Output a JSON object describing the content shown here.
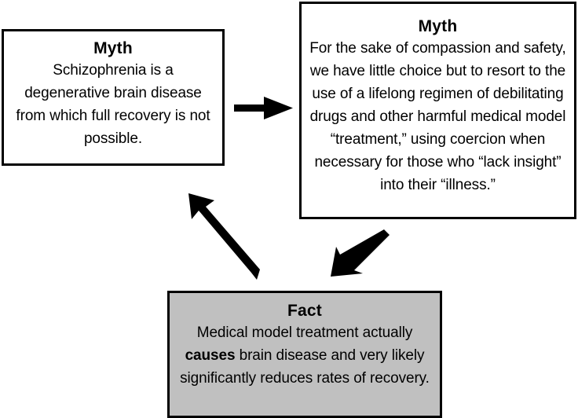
{
  "diagram": {
    "type": "cycle-diagram",
    "background_color": "#ffffff",
    "line_color": "#000000",
    "shaded_fill_color": "#c0c0c0",
    "nodes": [
      {
        "id": "myth-left",
        "title": "Myth",
        "body": "Schizophrenia is a degenerative brain disease from which full recovery is not possible.",
        "fill": "#ffffff"
      },
      {
        "id": "myth-right",
        "title": "Myth",
        "body": "For the sake of compassion and safety, we have little choice but to resort to the use of a lifelong regimen of debilitating drugs and other harmful medical model “treatment,” using coercion when necessary for those who “lack insight” into their “illness.”",
        "fill": "#ffffff"
      },
      {
        "id": "fact",
        "title": "Fact",
        "body_prefix": "Medical model treatment actually ",
        "body_emphasis": "causes",
        "body_suffix": " brain disease and very likely significantly reduces rates of recovery.",
        "fill": "#c0c0c0"
      }
    ],
    "arrows": [
      {
        "id": "left-myth-to-right-myth",
        "label": "arrow-right",
        "from": "myth-left",
        "to": "myth-right",
        "direction": "right"
      },
      {
        "id": "right-myth-to-fact",
        "label": "arrow-down-left",
        "from": "myth-right",
        "to": "fact",
        "direction": "down-left"
      },
      {
        "id": "fact-to-left-myth",
        "label": "arrow-up-left",
        "from": "fact",
        "to": "myth-left",
        "direction": "up-left"
      }
    ]
  }
}
